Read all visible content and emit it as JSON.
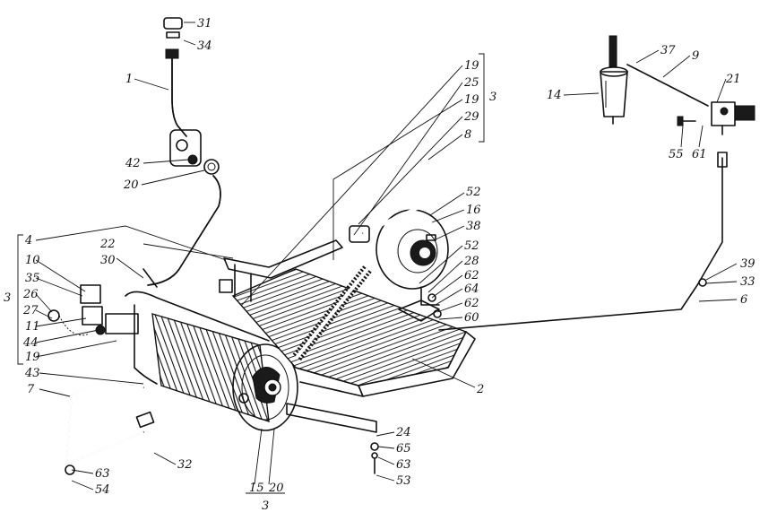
{
  "labels": {
    "l31": "31",
    "l34": "34",
    "l1": "1",
    "l42": "42",
    "l20a": "20",
    "l19a": "19",
    "l25": "25",
    "l19b": "19",
    "l29": "29",
    "l8": "8",
    "l3a": "3",
    "l37": "37",
    "l9": "9",
    "l14": "14",
    "l21": "21",
    "l55": "55",
    "l61": "61",
    "l52a": "52",
    "l16": "16",
    "l38": "38",
    "l52b": "52",
    "l28": "28",
    "l62a": "62",
    "l64": "64",
    "l62b": "62",
    "l60": "60",
    "l39": "39",
    "l33": "33",
    "l6": "6",
    "l4": "4",
    "l22": "22",
    "l30": "30",
    "l10": "10",
    "l35": "35",
    "l26": "26",
    "l27": "27",
    "l11": "11",
    "l44": "44",
    "l19c": "19",
    "l3b": "3",
    "l43": "43",
    "l7": "7",
    "l2": "2",
    "l32": "32",
    "l63a": "63",
    "l54": "54",
    "l24": "24",
    "l65": "65",
    "l63b": "63",
    "l53": "53",
    "l15": "15",
    "l20b": "20",
    "l3c": "3"
  },
  "colors": {
    "ink": "#111111",
    "paper": "#ffffff"
  }
}
